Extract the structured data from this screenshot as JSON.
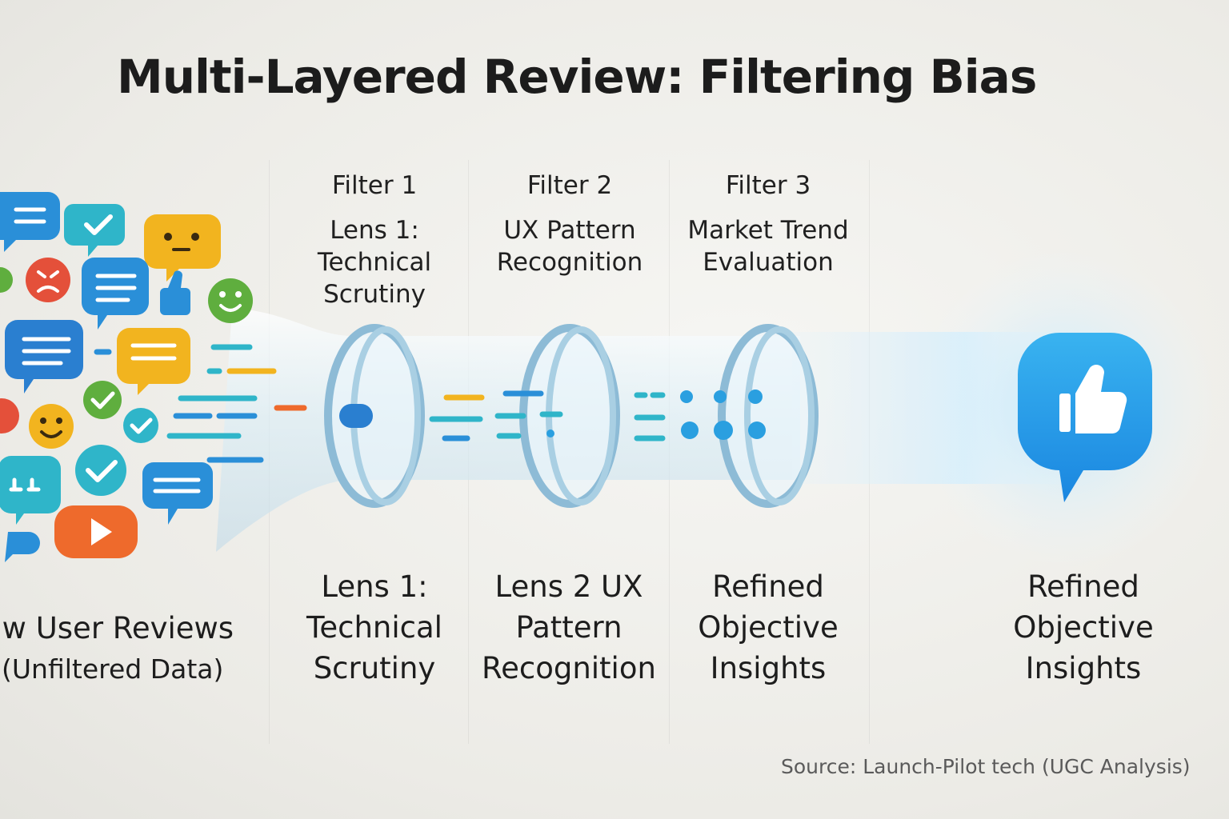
{
  "title": "Multi-Layered Review: Filtering Bias",
  "filters": [
    {
      "head": "Filter 1",
      "sub": "Lens 1: Technical Scrutiny"
    },
    {
      "head": "Filter 2",
      "sub": "UX Pattern Recognition"
    },
    {
      "head": "Filter 3",
      "sub": "Market Trend Evaluation"
    }
  ],
  "bottom_labels": {
    "raw_line1": "aw User Reviews",
    "raw_line2": "(Unfiltered Data)",
    "lens1": "Lens 1: Technical Scrutiny",
    "lens2": "Lens 2 UX Pattern Recognition",
    "stage3": "Refined Objective Insights",
    "output": "Refined Objective Insights"
  },
  "source": "Source: Launch-Pilot tech (UGC Analysis)",
  "colors": {
    "blue": "#2a8fd8",
    "green": "#5fae3e",
    "orange": "#ee6a2c",
    "red": "#e4503a",
    "yellow": "#f2b41f",
    "teal": "#2fb5c9",
    "output_blue": "#1e9ae8"
  },
  "icons": [
    "speech-bubble-icon",
    "checkmark-icon",
    "smiley-icon",
    "sad-face-icon",
    "thumbs-up-icon",
    "play-icon"
  ]
}
